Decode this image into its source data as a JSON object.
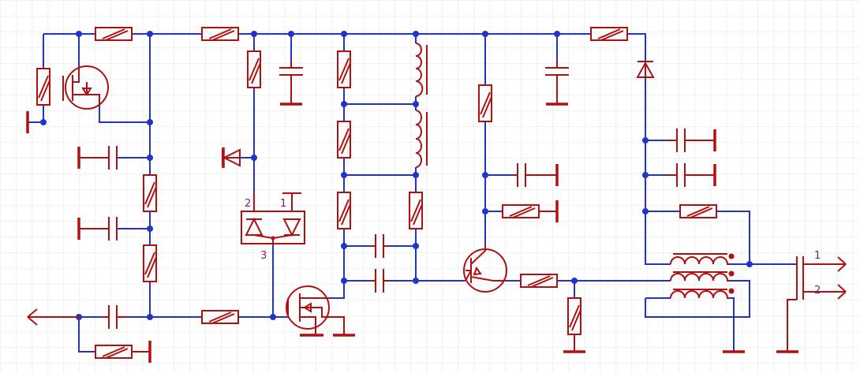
{
  "colors": {
    "background": "#ffffff",
    "grid": "#e6e6e6",
    "wire": "#2233cc",
    "component": "#b01010",
    "label": "#7a2080"
  },
  "labels": {
    "diode_pair_pin_left": "2",
    "diode_pair_pin_right": "1",
    "diode_pair_pin_bottom": "3",
    "output_port_1": "1",
    "output_port_2": "2"
  }
}
